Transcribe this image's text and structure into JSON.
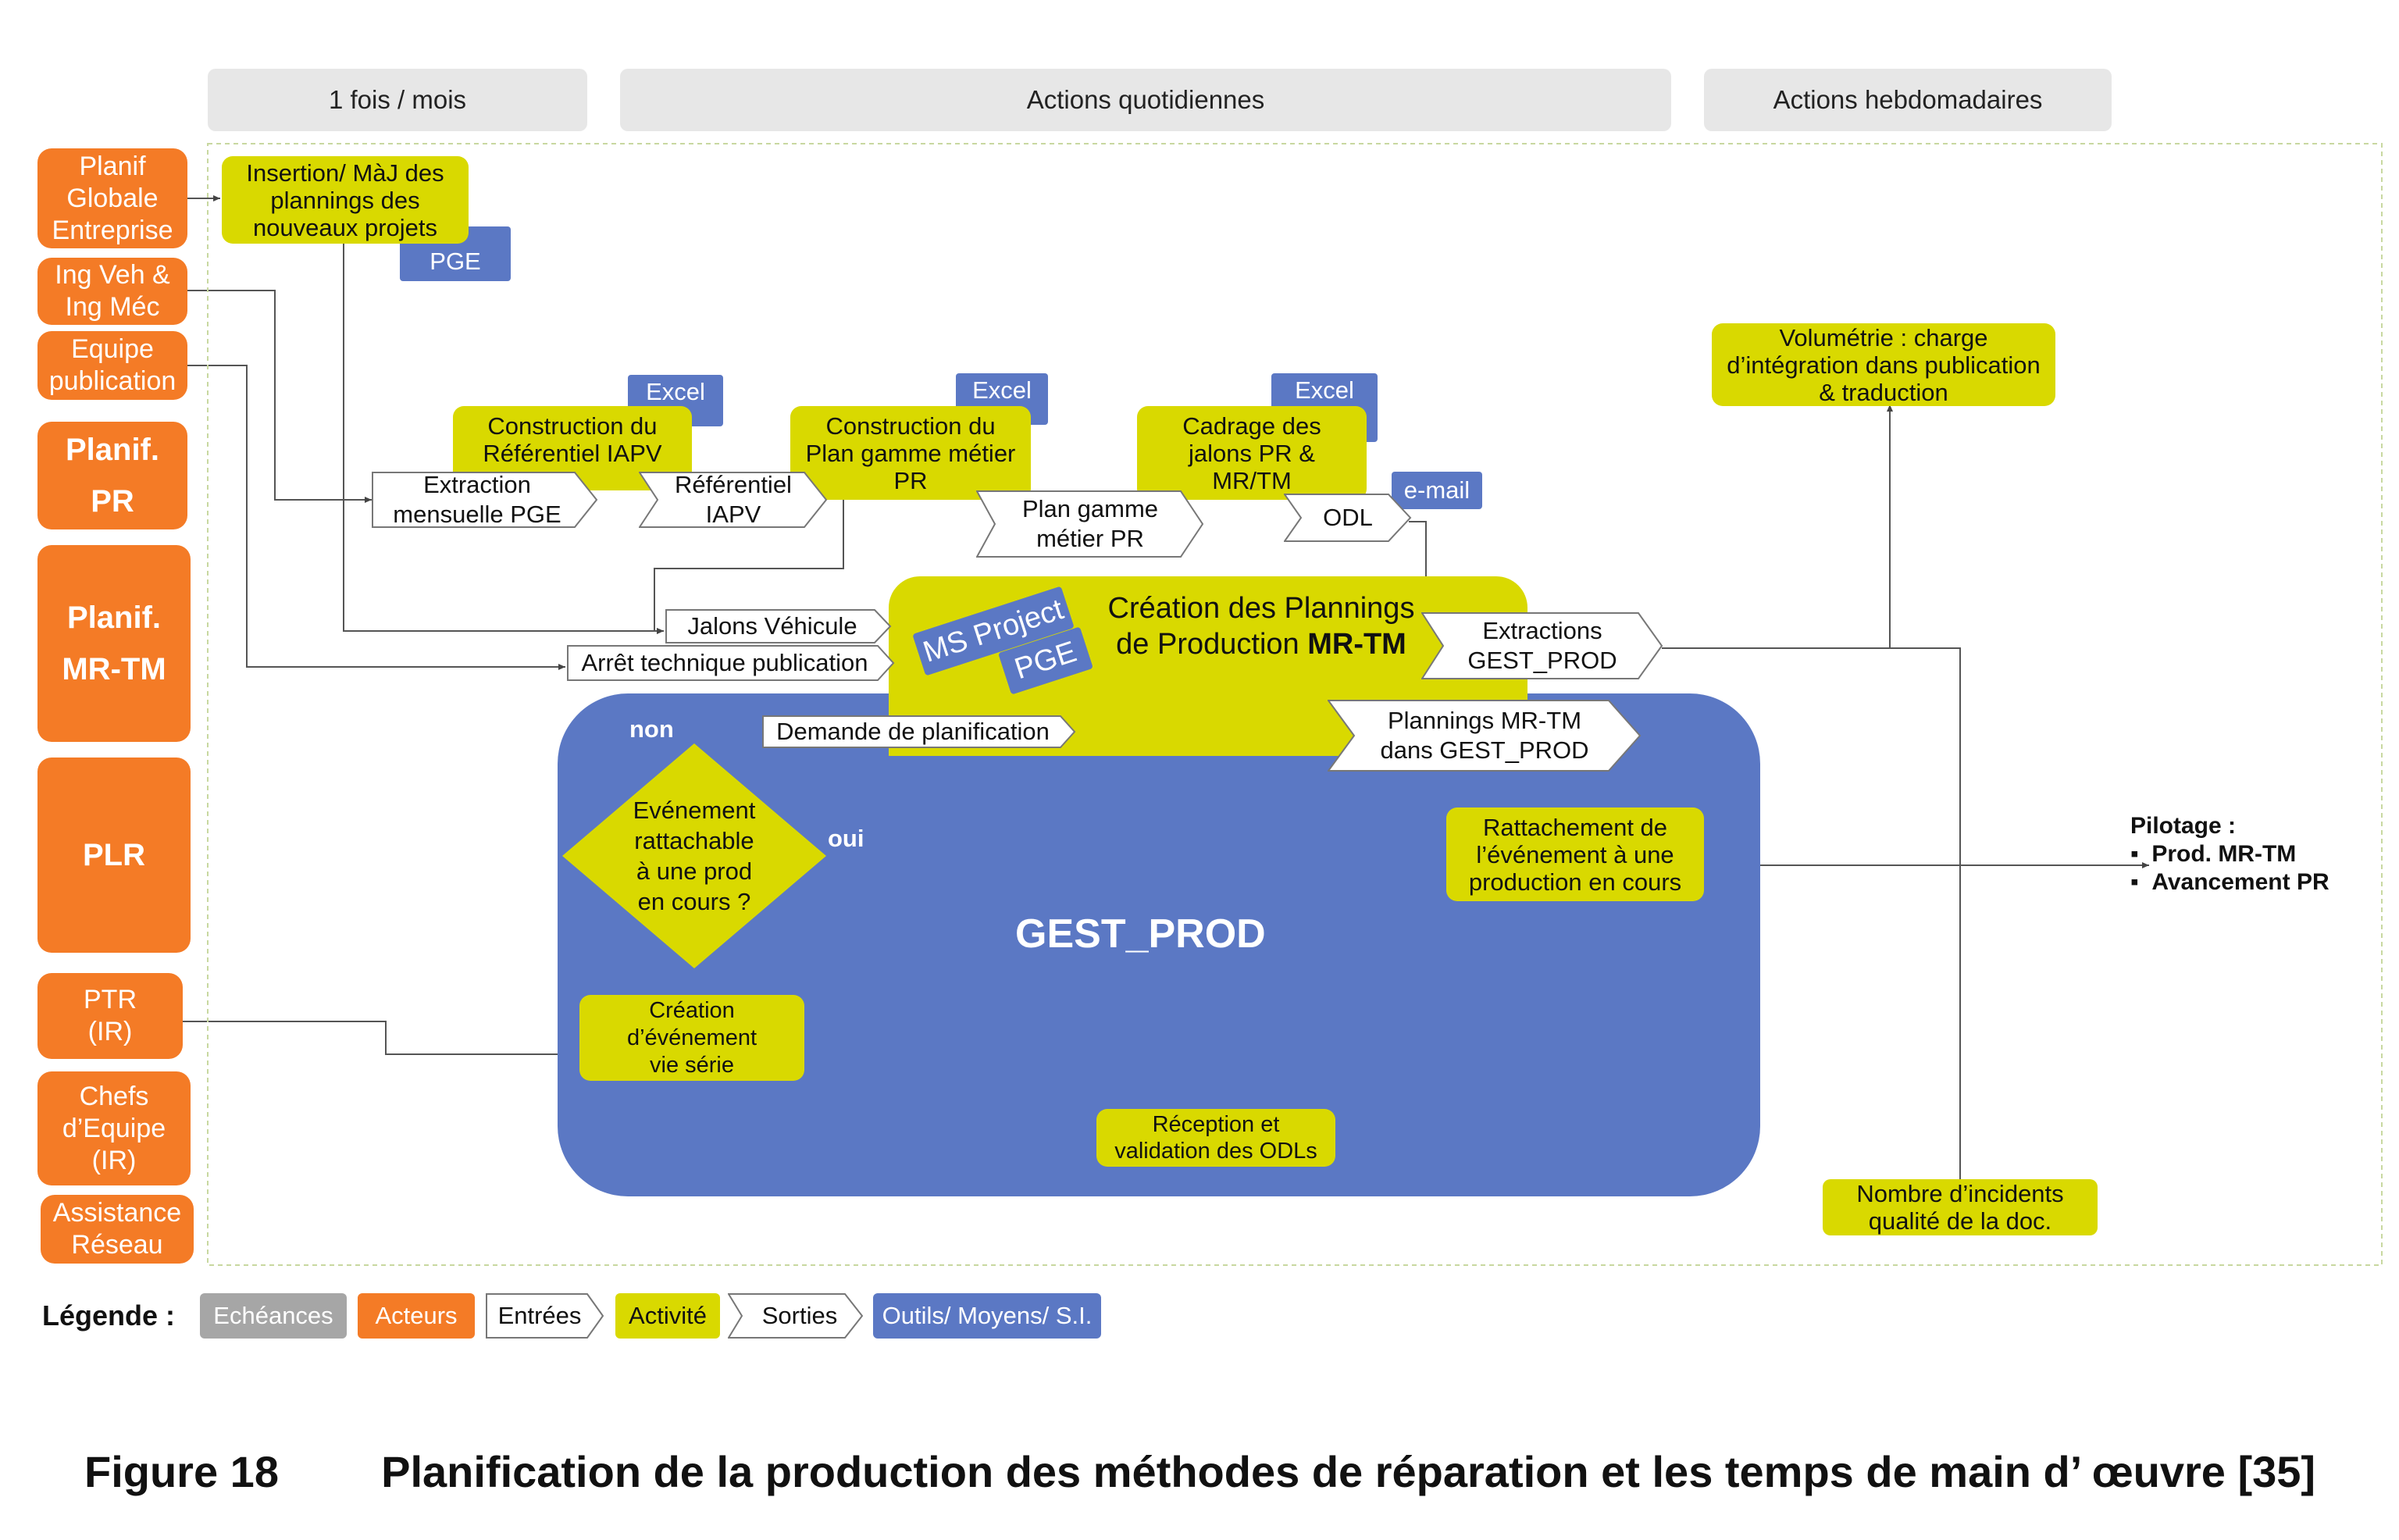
{
  "schedules": {
    "monthly": "1 fois / mois",
    "daily": "Actions quotidiennes",
    "weekly": "Actions hebdomadaires"
  },
  "actors": {
    "planif_globale": "Planif\nGlobale\nEntreprise",
    "ing_veh": "Ing Veh &\nIng Méc",
    "equipe_pub": "Equipe\npublication",
    "planif_pr": "Planif.\nPR",
    "planif_mrtm": "Planif.\nMR-TM",
    "plr": "PLR",
    "ptr": "PTR\n(IR)",
    "chefs": "Chefs\nd’Equipe\n(IR)",
    "assistance": "Assistance\nRéseau"
  },
  "activities": {
    "insertion": "Insertion/ MàJ des\nplannings des\nnouveaux projets",
    "construction_ref": "Construction du\nRéférentiel IAPV",
    "construction_plan": "Construction du\nPlan gamme métier\nPR",
    "cadrage": "Cadrage des\njalons PR &\nMR/TM",
    "volumetrie": "Volumétrie : charge\nd’intégration dans publication\n& traduction",
    "creation_title": "Création des Plannings",
    "creation_sub": "de Production ",
    "creation_bold": "MR-TM",
    "rattachement": "Rattachement de\nl’événement à une\nproduction en cours",
    "evenement": "Evénement\nrattachable\nà une prod\nen cours ?",
    "creation_evt": "Création\nd’événement\nvie série",
    "reception": "Réception et\nvalidation des ODLs",
    "incidents": "Nombre d’incidents\nqualité de la doc."
  },
  "tools": {
    "pge1": "PGE",
    "excel1": "Excel",
    "excel2": "Excel",
    "excel3": "Excel",
    "email": "e-mail",
    "msproject": "MS Project",
    "pge2": "PGE"
  },
  "flows": {
    "extraction": "Extraction\nmensuelle PGE",
    "referentiel": "Référentiel\nIAPV",
    "plan_gamme": "Plan gamme\nmétier PR",
    "odl": "ODL",
    "jalons": "Jalons Véhicule",
    "arret": "Arrêt technique publication",
    "extractions": "Extractions\nGEST_PROD",
    "demande": "Demande de planification",
    "plannings": "Plannings MR-TM\ndans GEST_PROD"
  },
  "labels": {
    "non": "non",
    "oui": "oui",
    "gest_prod": "GEST_PROD"
  },
  "pilotage": {
    "title": "Pilotage :",
    "items": [
      "Prod. MR-TM",
      "Avancement PR"
    ]
  },
  "legend": {
    "title": "Légende :",
    "items": [
      "Echéances",
      "Acteurs",
      "Entrées",
      "Activité",
      "Sorties",
      "Outils/ Moyens/ S.I."
    ]
  },
  "caption": {
    "number": "Figure 18",
    "text": "Planification de la production des méthodes de réparation et les temps de main d’ œuvre [35]"
  },
  "colors": {
    "orange": "#f47b26",
    "yellow": "#d9d900",
    "blue": "#5b78c4",
    "grey": "#e7e7e7"
  }
}
